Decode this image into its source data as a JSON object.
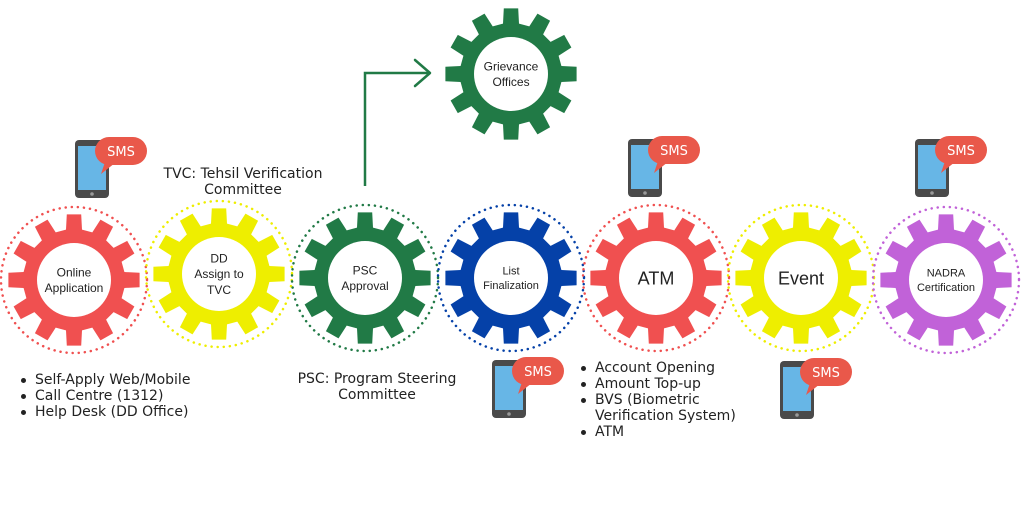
{
  "colors": {
    "red": "#f05050",
    "yellow": "#eeee00",
    "green": "#217a46",
    "blue": "#0541a8",
    "purple": "#c162d8",
    "arrow": "#217a46",
    "sms_bubble": "#e9584a",
    "phone_body": "#4a4a4a",
    "phone_screen": "#67b6e6"
  },
  "gears": [
    {
      "id": "online-application",
      "color": "red",
      "lines": [
        "Online",
        "Application"
      ],
      "font_size": 12
    },
    {
      "id": "dd-assign-to-tvc",
      "color": "yellow",
      "lines": [
        "DD",
        "Assign to",
        "TVC"
      ],
      "font_size": 12
    },
    {
      "id": "psc-approval",
      "color": "green",
      "lines": [
        "PSC",
        "Approval"
      ],
      "font_size": 12
    },
    {
      "id": "list-finalization",
      "color": "blue",
      "lines": [
        "List",
        "Finalization"
      ],
      "font_size": 11
    },
    {
      "id": "atm",
      "color": "red",
      "lines": [
        "ATM"
      ],
      "font_size": 18
    },
    {
      "id": "event",
      "color": "yellow",
      "lines": [
        "Event"
      ],
      "font_size": 18
    },
    {
      "id": "nadra-certification",
      "color": "purple",
      "lines": [
        "NADRA",
        "Certification"
      ],
      "font_size": 11
    },
    {
      "id": "grievance-offices",
      "color": "green",
      "lines": [
        "Grievance",
        "Offices"
      ],
      "font_size": 12
    }
  ],
  "sms_label": "SMS",
  "notes": {
    "tvc": "TVC: Tehsil Verification Committee",
    "psc": "PSC: Program Steering Committee"
  },
  "lists": {
    "application_channels": [
      "Self-Apply Web/Mobile",
      "Call Centre (1312)",
      "Help Desk (DD Office)"
    ],
    "atm_services": [
      "Account Opening",
      "Amount Top-up",
      "BVS (Biometric",
      "Verification System)",
      "ATM"
    ]
  }
}
